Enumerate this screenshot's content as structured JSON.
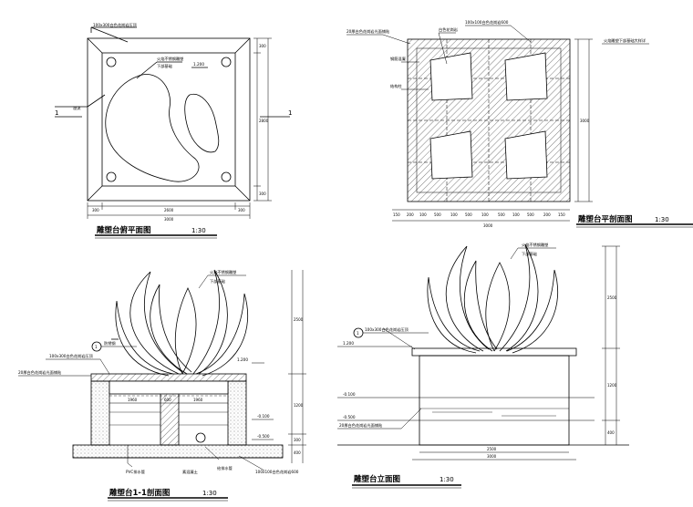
{
  "views": {
    "plan": {
      "title": "雕塑台俯平面图",
      "scale": "1:30",
      "notes": {
        "top_frame": "100x300白色花岗岩压顶",
        "fire_sculpture": "火焰不锈钢雕塑",
        "base_level": "下部基础",
        "level": "1.200",
        "drain": "溢流",
        "section_mark_left": "1",
        "section_mark_right": "1"
      },
      "dims": {
        "bottom": [
          "300",
          "2600",
          "300"
        ],
        "bottom_total": "3000",
        "right": [
          "300",
          "2800",
          "300"
        ]
      }
    },
    "structure_plan": {
      "title": "雕塑台平剖面图",
      "scale": "1:30",
      "notes": {
        "cover": "20厚白色花岗岩光面铺贴",
        "grid": "100x100白色花岗岩600",
        "cladding": "白色花岗岩",
        "beam": "钢筋混凝",
        "column": "结构柱",
        "right_note": "火焰雕塑下部基础大样详"
      },
      "dims": {
        "bottom": [
          "150",
          "200",
          "100",
          "500",
          "100",
          "500",
          "100",
          "500",
          "100",
          "500",
          "200",
          "150"
        ],
        "bottom_total": "3000",
        "right_total": "3000"
      }
    },
    "section": {
      "title": "雕塑台1-1剖面图",
      "scale": "1:30",
      "notes": {
        "fire_sculpture": "火焰不锈钢雕塑",
        "base_level": "下部基础",
        "drain_ring": "防锈钢",
        "top_frame": "100x300白色花岗岩压顶",
        "cladding": "20厚白色花岗岩光面铺贴",
        "pvc": "PVC排水管",
        "concrete": "素混凝土",
        "water_pipe": "给排水管",
        "grid": "100x100白色花岗岩600",
        "level_top": "1.200",
        "level_water": "-0.100",
        "level_ground": "-0.500",
        "section_mark": "1"
      },
      "dims": {
        "inner": [
          "1960",
          "600",
          "1960"
        ],
        "right": [
          "2500",
          "1200",
          "300",
          "400"
        ]
      }
    },
    "elevation": {
      "title": "雕塑台立面图",
      "scale": "1:30",
      "notes": {
        "fire_sculpture": "火焰不锈钢雕塑",
        "base_level": "下部基础",
        "top_frame": "100x300白色花岗岩压顶",
        "cladding": "20厚白色花岗岩光面铺贴",
        "level_top": "1.200",
        "level_water": "-0.100",
        "level_ground": "-0.500",
        "section_mark": "1"
      },
      "dims": {
        "bottom_inner": "2500",
        "bottom_total": "3000",
        "right": [
          "2500",
          "1200",
          "400"
        ]
      }
    }
  }
}
